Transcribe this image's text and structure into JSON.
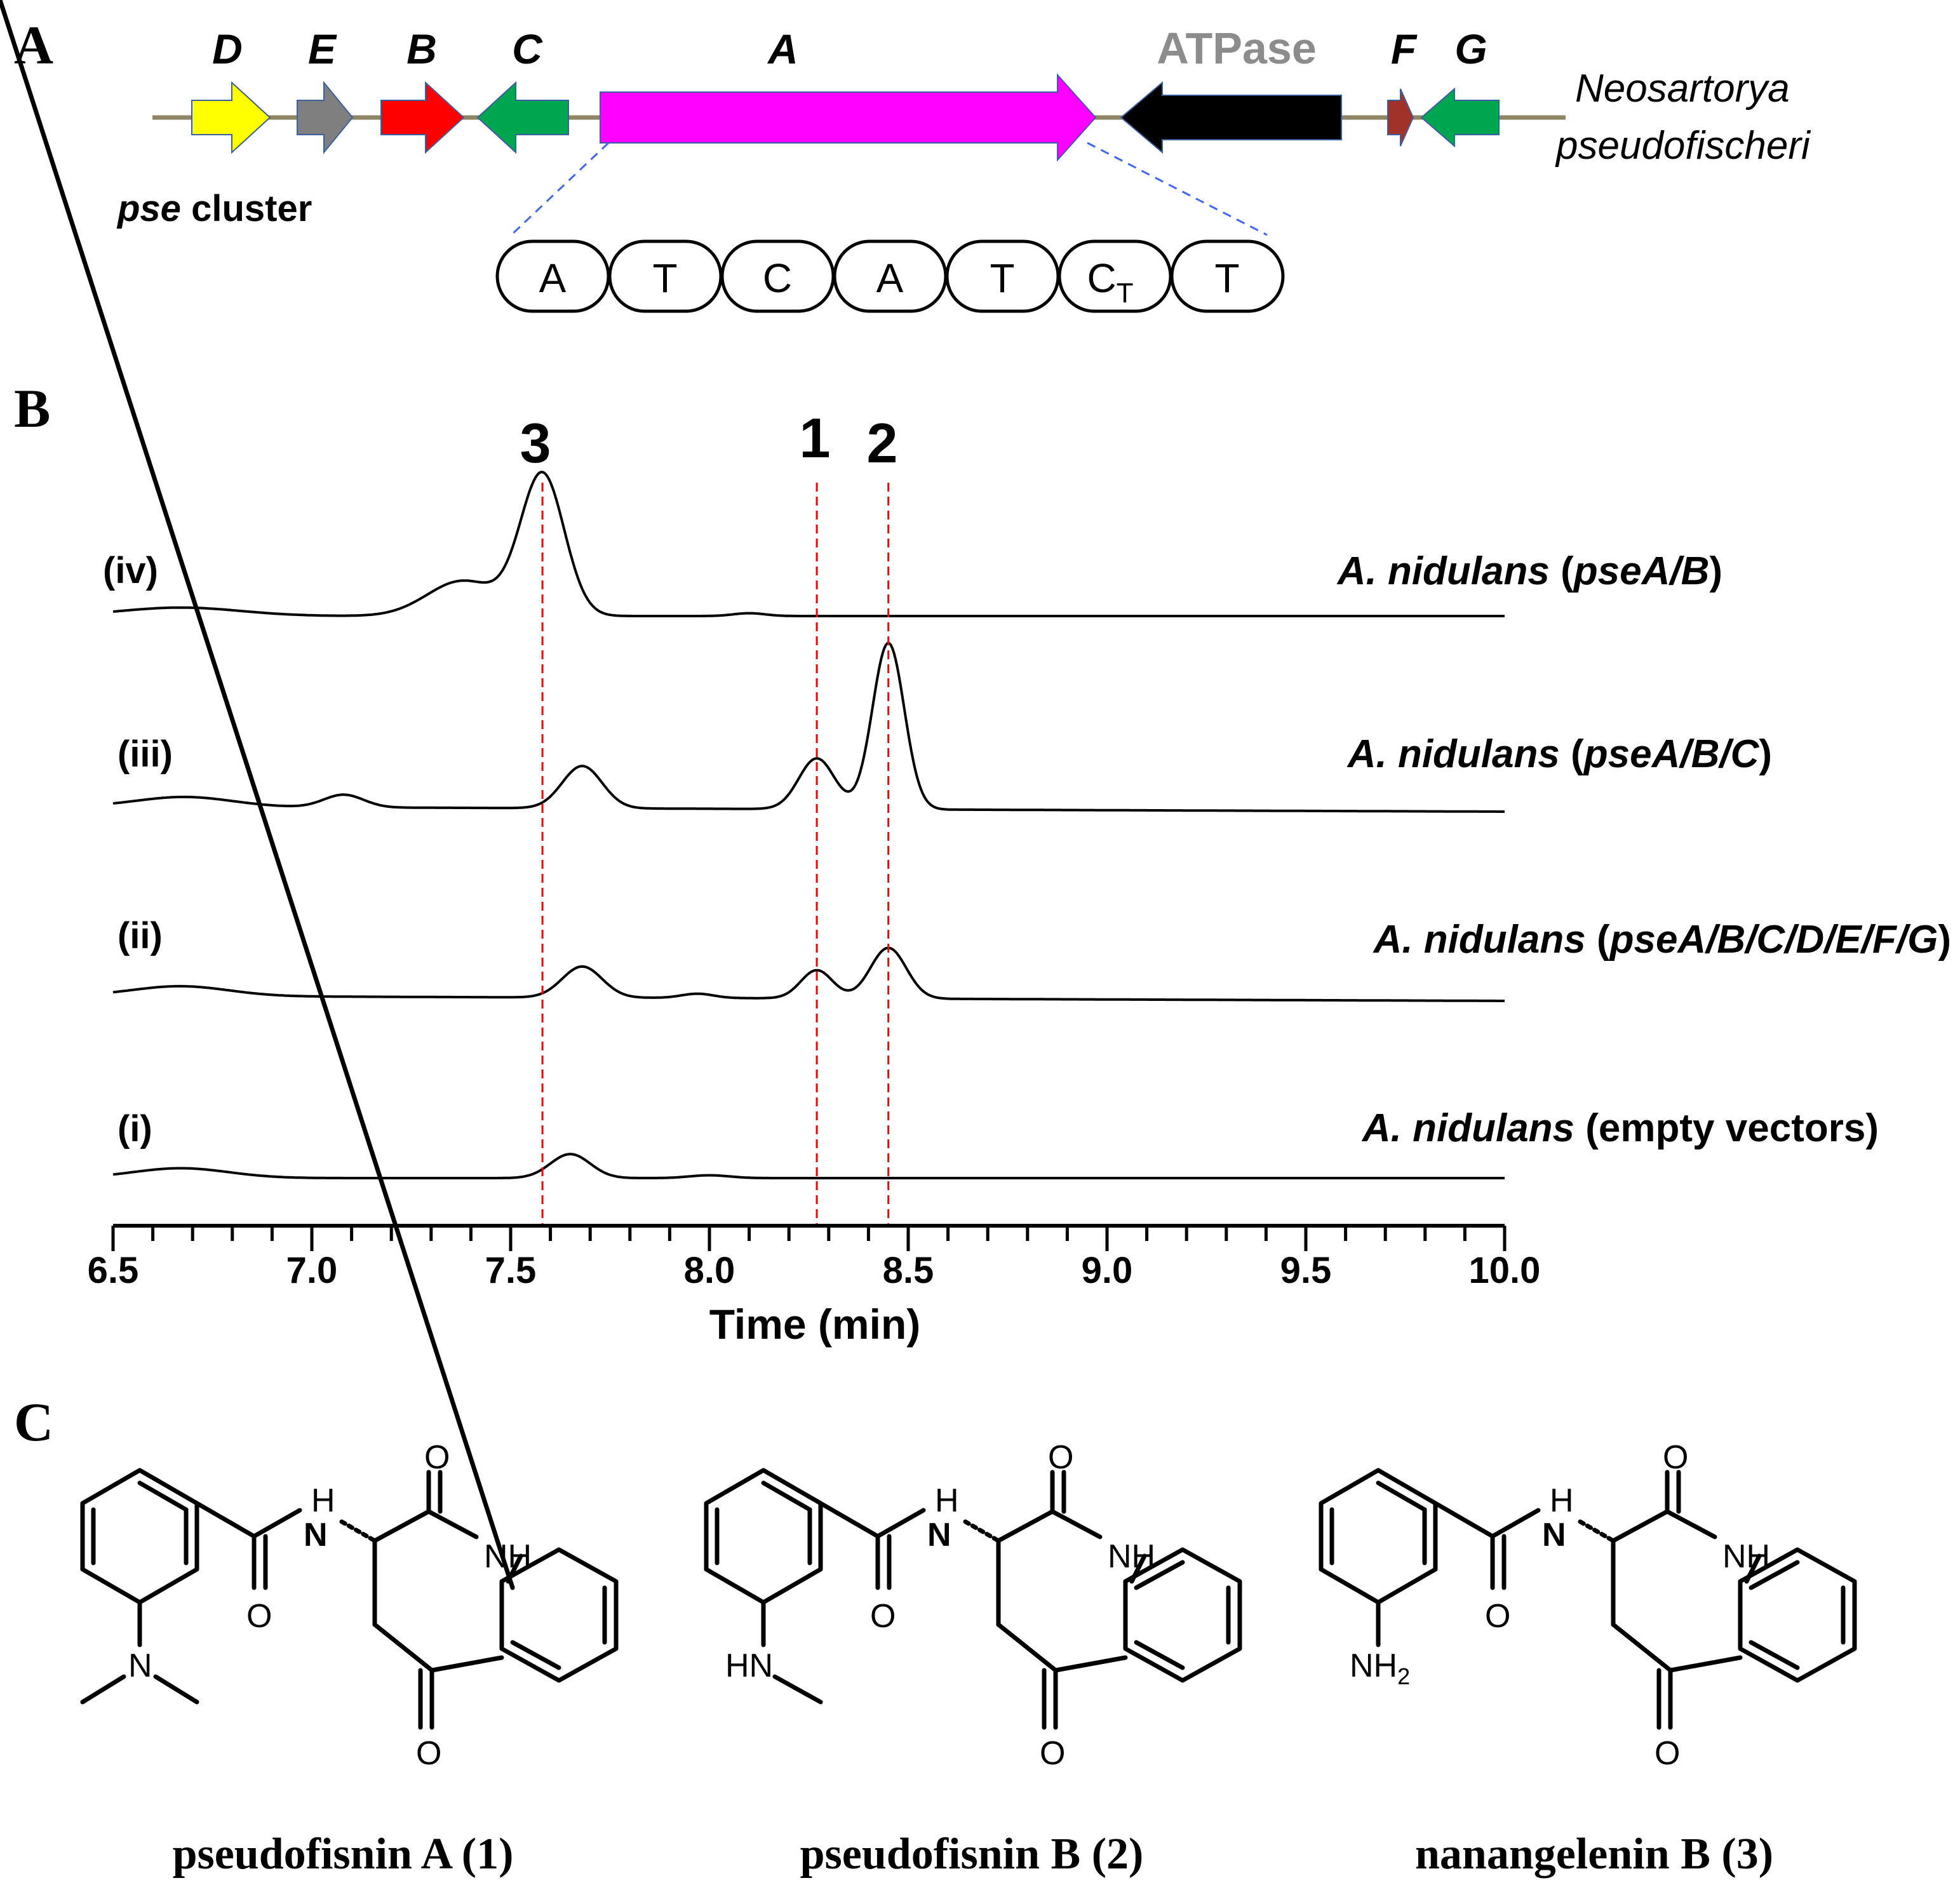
{
  "panel_labels": {
    "a": "A",
    "b": "B",
    "c": "C"
  },
  "panel_a": {
    "genes": [
      {
        "name": "D",
        "color": "#ffff00",
        "direction": "right"
      },
      {
        "name": "E",
        "color": "#7f7f7f",
        "direction": "right"
      },
      {
        "name": "B",
        "color": "#ff0000",
        "direction": "right"
      },
      {
        "name": "C",
        "color": "#00a550",
        "direction": "left"
      },
      {
        "name": "A",
        "color": "#ff00ff",
        "direction": "right"
      },
      {
        "name": "ATPase",
        "color": "#000000",
        "direction": "left"
      },
      {
        "name": "F",
        "color": "#a0322a",
        "direction": "right"
      },
      {
        "name": "G",
        "color": "#00a550",
        "direction": "left"
      }
    ],
    "organism_line1": "Neosartorya",
    "organism_line2": "pseudofischeri",
    "cluster_italic": "pse",
    "cluster_rest": " cluster",
    "domains": [
      "A",
      "T",
      "C",
      "A",
      "T",
      "C",
      "T"
    ],
    "domain_subscript": "T"
  },
  "panel_b": {
    "peak_labels": [
      "3",
      "1",
      "2"
    ],
    "traces": [
      {
        "label": "(iv)",
        "strain": "A. nidulans",
        "open": " (",
        "genotype": "pseA/B",
        "close": ")"
      },
      {
        "label": "(iii)",
        "strain": "A. nidulans",
        "open": " (",
        "genotype": "pseA/B/C",
        "close": ")"
      },
      {
        "label": "(ii)",
        "strain": "A. nidulans",
        "open": " (",
        "genotype": "pseA/B/C/D/E/F/G",
        "close": ")"
      },
      {
        "label": "(i)",
        "strain": "A. nidulans",
        "open": " (",
        "genotype": "empty vectors",
        "close": ")"
      }
    ],
    "x_ticks": [
      "6.5",
      "7.0",
      "7.5",
      "8.0",
      "8.5",
      "9.0",
      "9.5",
      "10.0"
    ],
    "xlabel": "Time (min)"
  },
  "panel_c": {
    "atom_labels": {
      "o": "O",
      "h": "H",
      "nh": "NH",
      "n": "N",
      "hn": "HN",
      "nh2": "NH",
      "sub2": "2"
    },
    "compounds": [
      {
        "name": "pseudofisnin A (1)",
        "substituent": "N(CH3)2"
      },
      {
        "name": "pseudofisnin B (2)",
        "substituent": "NHCH3"
      },
      {
        "name": "nanangelenin B (3)",
        "substituent": "NH2"
      }
    ]
  },
  "chart_data": {
    "type": "line",
    "xlabel": "Time (min)",
    "ylabel": "",
    "xlim": [
      6.5,
      10.0
    ],
    "x_ticks": [
      6.5,
      7.0,
      7.5,
      8.0,
      8.5,
      9.0,
      9.5,
      10.0
    ],
    "grid": false,
    "reference_lines": [
      {
        "label": "3",
        "x": 7.58
      },
      {
        "label": "1",
        "x": 8.27
      },
      {
        "label": "2",
        "x": 8.45
      }
    ],
    "series": [
      {
        "name": "A. nidulans (pseA/B)",
        "baseline": 0,
        "peaks": [
          {
            "x": 6.67,
            "height": 0.06,
            "width": 0.15
          },
          {
            "x": 7.38,
            "height": 0.25,
            "width": 0.09
          },
          {
            "x": 7.58,
            "height": 1.0,
            "width": 0.055
          },
          {
            "x": 8.1,
            "height": 0.02,
            "width": 0.04
          }
        ]
      },
      {
        "name": "A. nidulans (pseA/B/C)",
        "baseline": 0,
        "peaks": [
          {
            "x": 6.68,
            "height": 0.07,
            "width": 0.12
          },
          {
            "x": 7.08,
            "height": 0.09,
            "width": 0.05
          },
          {
            "x": 7.68,
            "height": 0.3,
            "width": 0.05
          },
          {
            "x": 8.27,
            "height": 0.36,
            "width": 0.045
          },
          {
            "x": 8.45,
            "height": 1.18,
            "width": 0.04
          }
        ]
      },
      {
        "name": "A. nidulans (pseA/B/C/D/E/F/G)",
        "baseline": 0,
        "peaks": [
          {
            "x": 6.67,
            "height": 0.07,
            "width": 0.12
          },
          {
            "x": 7.68,
            "height": 0.22,
            "width": 0.05
          },
          {
            "x": 7.97,
            "height": 0.03,
            "width": 0.04
          },
          {
            "x": 8.27,
            "height": 0.2,
            "width": 0.04
          },
          {
            "x": 8.45,
            "height": 0.36,
            "width": 0.045
          }
        ]
      },
      {
        "name": "A. nidulans (empty vectors)",
        "baseline": 0,
        "peaks": [
          {
            "x": 6.67,
            "height": 0.07,
            "width": 0.12
          },
          {
            "x": 7.65,
            "height": 0.17,
            "width": 0.05
          },
          {
            "x": 8.0,
            "height": 0.02,
            "width": 0.05
          }
        ]
      }
    ]
  }
}
